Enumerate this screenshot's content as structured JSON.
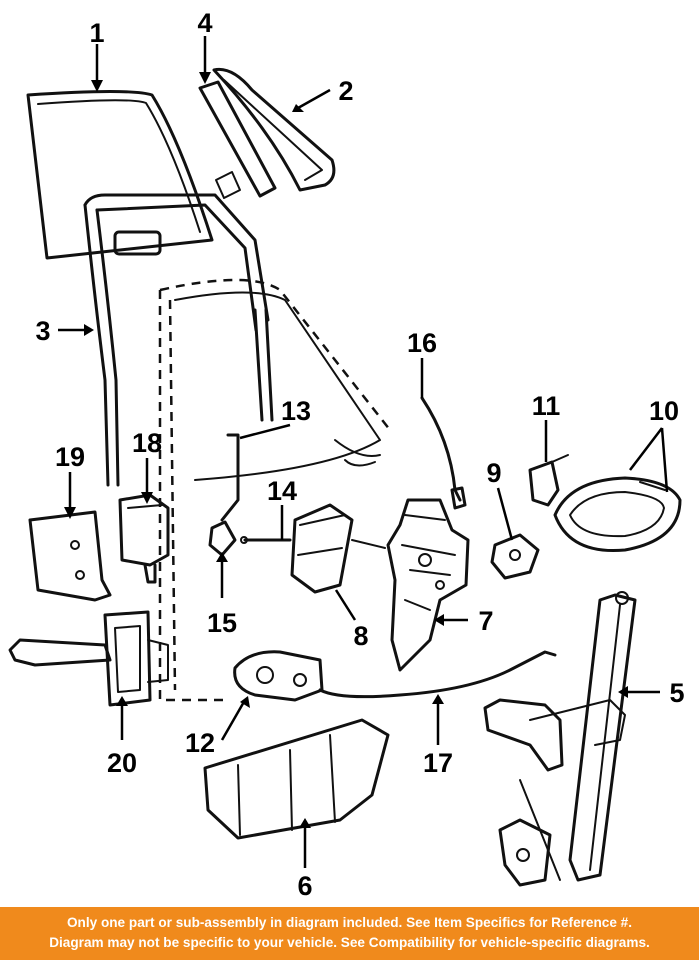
{
  "diagram": {
    "callouts": [
      "1",
      "2",
      "3",
      "4",
      "5",
      "6",
      "7",
      "8",
      "9",
      "10",
      "11",
      "12",
      "13",
      "14",
      "15",
      "16",
      "17",
      "18",
      "19",
      "20"
    ]
  },
  "disclaimer": {
    "line1": "Only one part or sub-assembly in diagram included. See Item Specifics for Reference #.",
    "line2": "Diagram may not be specific to your vehicle. See Compatibility for vehicle-specific diagrams."
  },
  "colors": {
    "banner": "#f08a1c",
    "banner_text": "#ffffff",
    "linework": "#111111"
  }
}
